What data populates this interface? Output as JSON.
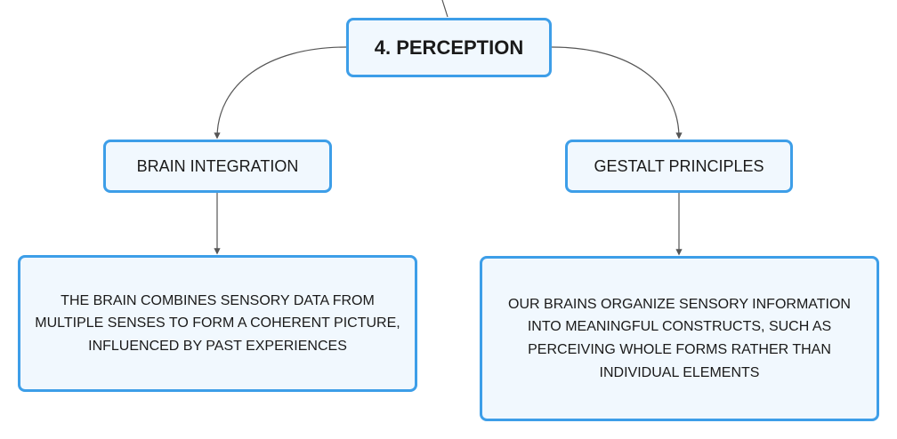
{
  "diagram": {
    "root": {
      "label": "4. PERCEPTION"
    },
    "branches": [
      {
        "label": "BRAIN INTEGRATION",
        "detail": "THE BRAIN COMBINES SENSORY DATA FROM MULTIPLE SENSES TO FORM A COHERENT PICTURE, INFLUENCED BY PAST EXPERIENCES"
      },
      {
        "label": "GESTALT PRINCIPLES",
        "detail": "OUR BRAINS ORGANIZE SENSORY INFORMATION INTO MEANINGFUL CONSTRUCTS, SUCH AS PERCEIVING WHOLE FORMS RATHER THAN INDIVIDUAL ELEMENTS"
      }
    ],
    "colors": {
      "node_border": "#3d9ee8",
      "node_fill": "#f1f8fe",
      "connector": "#555555",
      "text": "#1a1a1a"
    }
  }
}
